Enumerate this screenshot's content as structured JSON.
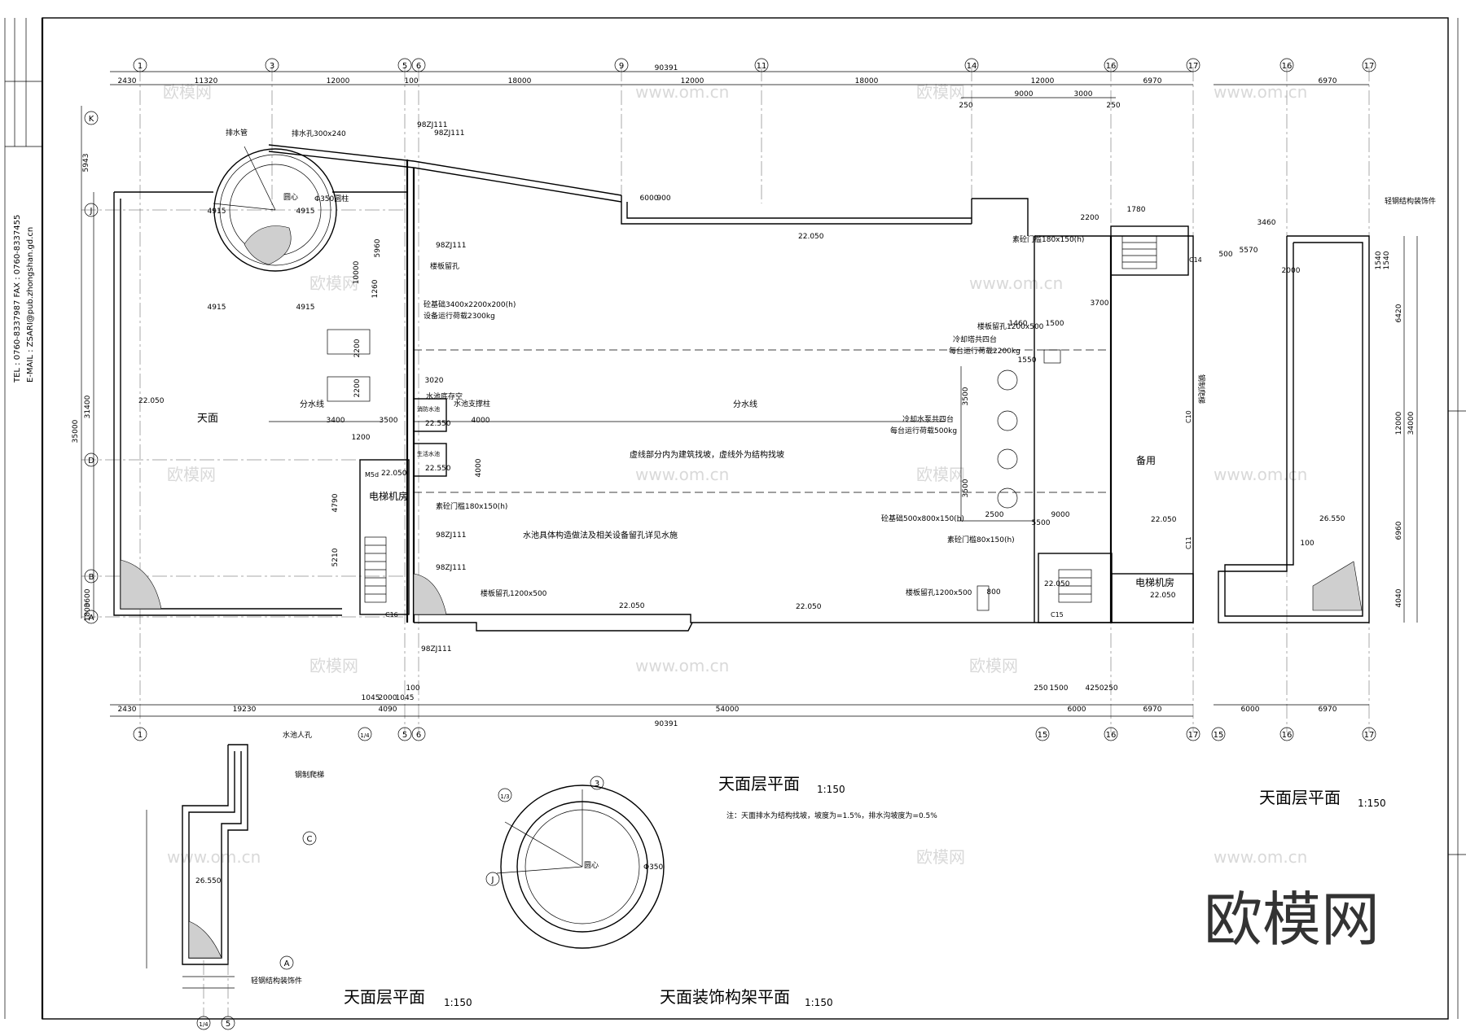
{
  "sidebar": {
    "contact": "TEL : 0760-8337987   FAX : 0760-8337455",
    "email": "E-MAIL : ZSARI@pub.zhongshan.gd.cn"
  },
  "grid_labels": {
    "top_main": [
      "1",
      "3",
      "5",
      "6",
      "9",
      "11",
      "14",
      "16",
      "17"
    ],
    "top_right": [
      "16",
      "17"
    ],
    "bottom_main": [
      "1",
      "1/4",
      "5",
      "6",
      "15",
      "16",
      "17"
    ],
    "bottom_right": [
      "15",
      "16",
      "17"
    ],
    "left": [
      "K",
      "J",
      "D",
      "B",
      "A"
    ],
    "small_bottom": [
      "1/4",
      "5"
    ],
    "small_right": [
      "C",
      "A"
    ],
    "circle_plan": [
      "3",
      "1/3",
      "J"
    ]
  },
  "dimensions": {
    "top_overall": "90391",
    "top_segments": [
      "2430",
      "11320",
      "12000",
      "100",
      "18000",
      "12000",
      "18000",
      "12000",
      "6970"
    ],
    "top_sub": [
      "9000",
      "3000",
      "250",
      "250"
    ],
    "top_right": "6970",
    "bottom_overall": "90391",
    "bottom_segments": [
      "2430",
      "19230",
      "54000",
      "6000",
      "6970"
    ],
    "bottom_sub": [
      "1045",
      "2000",
      "1045",
      "4090",
      "100",
      "250",
      "1500",
      "4250",
      "250"
    ],
    "bottom_right": [
      "6000",
      "6970"
    ],
    "left_vertical": [
      "5943",
      "35000",
      "31400",
      "3600",
      "1800"
    ],
    "right_vertical": [
      "34000",
      "6420",
      "12000",
      "6960",
      "4040",
      "1540",
      "1540"
    ],
    "interior": [
      "4915",
      "4915",
      "4915",
      "4915",
      "10000",
      "5960",
      "1260",
      "2200",
      "2200",
      "3400",
      "3500",
      "4000",
      "4000",
      "4790",
      "5210",
      "3020",
      "3500",
      "3500",
      "2500",
      "9000",
      "5500",
      "1460",
      "1500",
      "1200",
      "1550",
      "800",
      "500",
      "5570",
      "3460",
      "2000",
      "100",
      "3700",
      "6000",
      "900",
      "1780",
      "2200"
    ]
  },
  "annotations": {
    "tianmian": "天面",
    "fenshuixian_left": "分水线",
    "fenshuixian_mid": "分水线",
    "xuxian_note": "虚线部分内为建筑找坡，虚线外为结构找坡",
    "shuichi_note": "水池具体构造做法及相关设备留孔详见水施",
    "beiyong": "备用",
    "elevator_room_left": "电梯机房",
    "elevator_room_right": "电梯机房",
    "steel_ladder": "钢制爬梯",
    "steel_frame": "轻钢结构装饰件",
    "drain_pipe": "排水管",
    "drain_hole": "排水孔300x240",
    "floor_hole_1": "楼板留孔",
    "floor_hole_2": "楼板留孔1200x500",
    "floor_hole_3": "楼板留孔1200x500",
    "floor_hole_4": "楼板留孔1200x500",
    "door_sill_1": "素砼门槛180x150(h)",
    "door_sill_2": "素砼门槛180x150(h)",
    "door_sill_3": "素砼门槛80x150(h)",
    "base_1": "砼基础3400x2200x200(h)",
    "base_load": "设备运行荷载2300kg",
    "cooling_tower": "冷却塔共四台",
    "cooling_load": "每台运行荷载2200kg",
    "pump": "冷却水泵共四台",
    "pump_load": "每台运行荷载500kg",
    "base_2": "砼基础500x800x150(h)",
    "water_tank_top": "水池底存空",
    "pillar": "水池支撑柱",
    "center": "圆心",
    "center2": "圆心",
    "column": "Φ350圆柱",
    "phi_circle": "Φ350",
    "std_1": "98ZJ111",
    "std_2": "98ZJ111",
    "std_3": "98ZJ111",
    "std_4": "98ZJ111",
    "std_5": "98ZJ111",
    "std_6": "98ZJ111",
    "tank_access": "水池人孔",
    "steel_ladder_small": "钢制爬梯",
    "steel_frame_small": "轻钢结构装饰件",
    "note_slope": "注：天面排水为结构找坡，坡度为=1.5%，排水沟坡度为=0.5%",
    "tank_label_1": "消防水池",
    "tank_label_2": "生活水池",
    "door_m5": "M5d",
    "c16": "C16",
    "c15": "C15",
    "c14": "C14",
    "c10": "C10",
    "c11": "C11"
  },
  "elevations": {
    "main_roof": "22.050",
    "left_roof": "22.050",
    "tank_1": "22.550",
    "tank_2": "22.550",
    "elev_room_left": "22.050",
    "elev_room_right": "22.050",
    "south_edge_1": "22.050",
    "south_edge_2": "22.050",
    "north_edge": "22.050",
    "beiyong": "22.050",
    "right_block": "26.550",
    "small_block": "26.550"
  },
  "titles": {
    "main_plan": "天面层平面",
    "main_scale": "1:150",
    "right_plan": "天面层平面",
    "right_scale": "1:150",
    "small_plan": "天面层平面",
    "small_scale": "1:150",
    "frame_plan": "天面装饰构架平面",
    "frame_scale": "1:150"
  },
  "watermarks": [
    "欧模网",
    "www.om.cn"
  ],
  "brand": "欧模网"
}
